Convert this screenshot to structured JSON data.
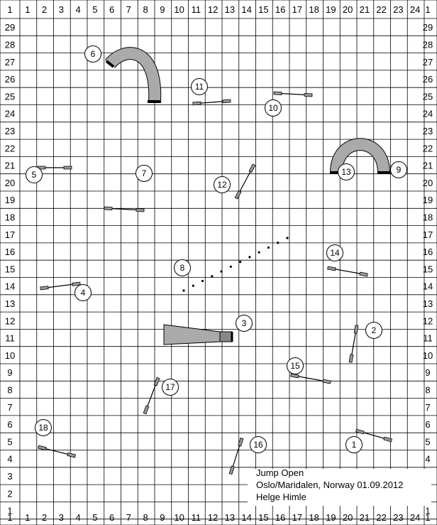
{
  "grid": {
    "columns": [
      1,
      2,
      3,
      4,
      5,
      6,
      7,
      8,
      9,
      10,
      11,
      12,
      13,
      14,
      15,
      16,
      17,
      18,
      19,
      20,
      21,
      22,
      23,
      24
    ],
    "rows": [
      29,
      28,
      27,
      26,
      25,
      24,
      23,
      22,
      21,
      20,
      19,
      18,
      17,
      16,
      15,
      14,
      13,
      12,
      11,
      10,
      9,
      8,
      7,
      6,
      5,
      4,
      3,
      2,
      1
    ]
  },
  "info": {
    "title": "Jump Open",
    "location_date": "Oslo/Maridalen, Norway 01.09.2012",
    "judge": "Helge Himle"
  },
  "obstacles": [
    {
      "number": "1",
      "type": "jump"
    },
    {
      "number": "2",
      "type": "jump"
    },
    {
      "number": "3",
      "type": "collapsed-tunnel"
    },
    {
      "number": "4",
      "type": "jump"
    },
    {
      "number": "5",
      "type": "jump"
    },
    {
      "number": "6",
      "type": "tunnel"
    },
    {
      "number": "7",
      "type": "jump"
    },
    {
      "number": "8",
      "type": "weave-poles"
    },
    {
      "number": "9",
      "type": "tunnel-entry"
    },
    {
      "number": "10",
      "type": "jump"
    },
    {
      "number": "11",
      "type": "jump"
    },
    {
      "number": "12",
      "type": "jump"
    },
    {
      "number": "13",
      "type": "tunnel-exit"
    },
    {
      "number": "14",
      "type": "jump"
    },
    {
      "number": "15",
      "type": "jump"
    },
    {
      "number": "16",
      "type": "jump"
    },
    {
      "number": "17",
      "type": "jump"
    },
    {
      "number": "18",
      "type": "jump"
    }
  ]
}
